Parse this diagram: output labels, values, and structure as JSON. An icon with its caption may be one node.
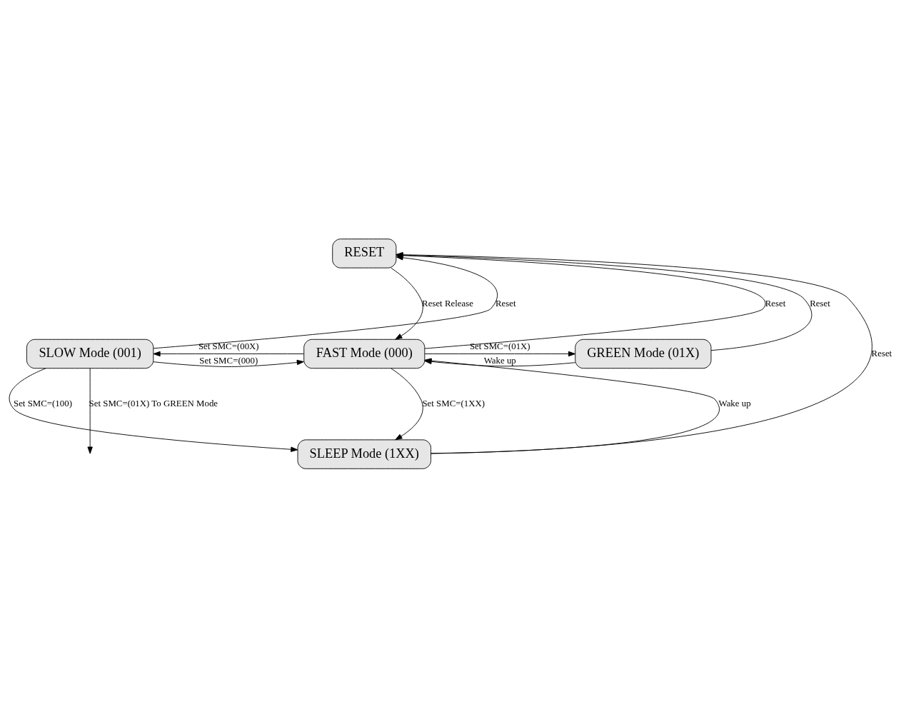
{
  "diagram": {
    "nodes": [
      {
        "text": [
          "RESET"
        ]
      },
      {
        "text": [
          "SLOW Mode (001)"
        ]
      },
      {
        "text": [
          "FAST Mode (000)"
        ]
      },
      {
        "text": [
          "GREEN Mode (01X)"
        ]
      },
      {
        "text": [
          "SLEEP Mode (1XX)"
        ]
      }
    ],
    "edges": [
      {
        "from": 4,
        "to": 0,
        "arrow": "to",
        "label": "Reset"
      },
      {
        "from": 1,
        "to": 0,
        "arrow": "to",
        "label": "Reset"
      },
      {
        "from": 2,
        "to": 0,
        "arrow": "to",
        "label": "Reset"
      },
      {
        "from": 0,
        "to": 2,
        "arrow": "to",
        "label": "Reset Release"
      },
      {
        "from": 3,
        "to": 0,
        "arrow": "to",
        "label": "Reset"
      },
      {
        "from": 1,
        "to": 2,
        "arrow": "to",
        "label": "Set SMC=(000)"
      },
      {
        "from": 2,
        "to": 1,
        "arrow": "to",
        "label": "Set SMC=(00X)"
      },
      {
        "from": 2,
        "to": 3,
        "arrow": "to",
        "label": "Set SMC=(01X)"
      },
      {
        "from": 3,
        "to": 2,
        "arrow": "to",
        "label": "Wake up"
      },
      {
        "from": 4,
        "to": 2,
        "arrow": "to",
        "label": "Wake up"
      },
      {
        "from": 2,
        "to": 4,
        "arrow": "to",
        "label": "Set SMC=(1XX)"
      },
      {
        "from": 1,
        "to": null,
        "arrow": "to",
        "label": "Set SMC=(01X) To GREEN Mode"
      },
      {
        "from": 1,
        "to": 4,
        "arrow": "to",
        "label": "Set SMC=(100)"
      }
    ]
  }
}
